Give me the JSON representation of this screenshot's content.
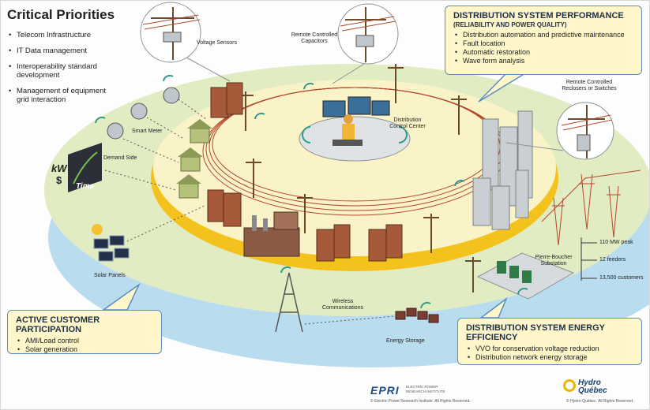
{
  "critical": {
    "title": "Critical Priorities",
    "items": [
      "Telecom Infrastructure",
      "IT Data management",
      "Interoperability standard development",
      "Management of equipment grid interaction"
    ]
  },
  "performance": {
    "title": "DISTRIBUTION SYSTEM PERFORMANCE",
    "subtitle": "(RELIABILITY AND POWER QUALITY)",
    "items": [
      "Distribution automation and predictive maintenance",
      "Fault location",
      "Automatic restoration",
      "Wave form analysis"
    ]
  },
  "participation": {
    "title": "ACTIVE CUSTOMER PARTICIPATION",
    "items": [
      "AMI/Load control",
      "Solar generation"
    ]
  },
  "efficiency": {
    "title": "DISTRIBUTION SYSTEM ENERGY EFFICIENCY",
    "items": [
      "VVO for conservation voltage reduction",
      "Distribution network energy storage"
    ]
  },
  "labels": {
    "voltage_sensors": "Voltage Sensors",
    "capacitors_line1": "Remote Controlled",
    "capacitors_line2": "Capacitors",
    "reclosers_line1": "Remote Controlled",
    "reclosers_line2": "Reclosers or Switches",
    "smart_meter": "Smart Meter",
    "demand_side": "Demand Side",
    "control_center_line1": "Distribution",
    "control_center_line2": "Control Center",
    "solar_panels": "Solar Panels",
    "wireless_line1": "Wireless",
    "wireless_line2": "Communications",
    "energy_storage": "Energy Storage",
    "substation_line1": "Pierre-Boucher",
    "substation_line2": "Substation",
    "mw_peak": "110 MW peak",
    "feeders": "12 feeders",
    "customers": "13,500 customers",
    "kw": "kW",
    "dollar": "$",
    "time": "Time"
  },
  "footer": {
    "epri_logo": "EPRI",
    "epri_name_line1": "ELECTRIC POWER",
    "epri_name_line2": "RESEARCH INSTITUTE",
    "epri_copyright": "© Electric Power Research Institute. All Rights Reserved.",
    "hq_logo_line1": "Hydro",
    "hq_logo_line2": "Québec",
    "hq_copyright": "© Hydro-Québec. All Rights Reserved."
  },
  "colors": {
    "outer_ring": "#b9dcef",
    "middle_ring": "#e2ecc3",
    "inner_disc": "#fbf3c8",
    "yellow_ring": "#f3c21c",
    "callout_bg": "#fff7c9",
    "callout_border": "#5a8ec0",
    "power_line": "#b4462b"
  }
}
